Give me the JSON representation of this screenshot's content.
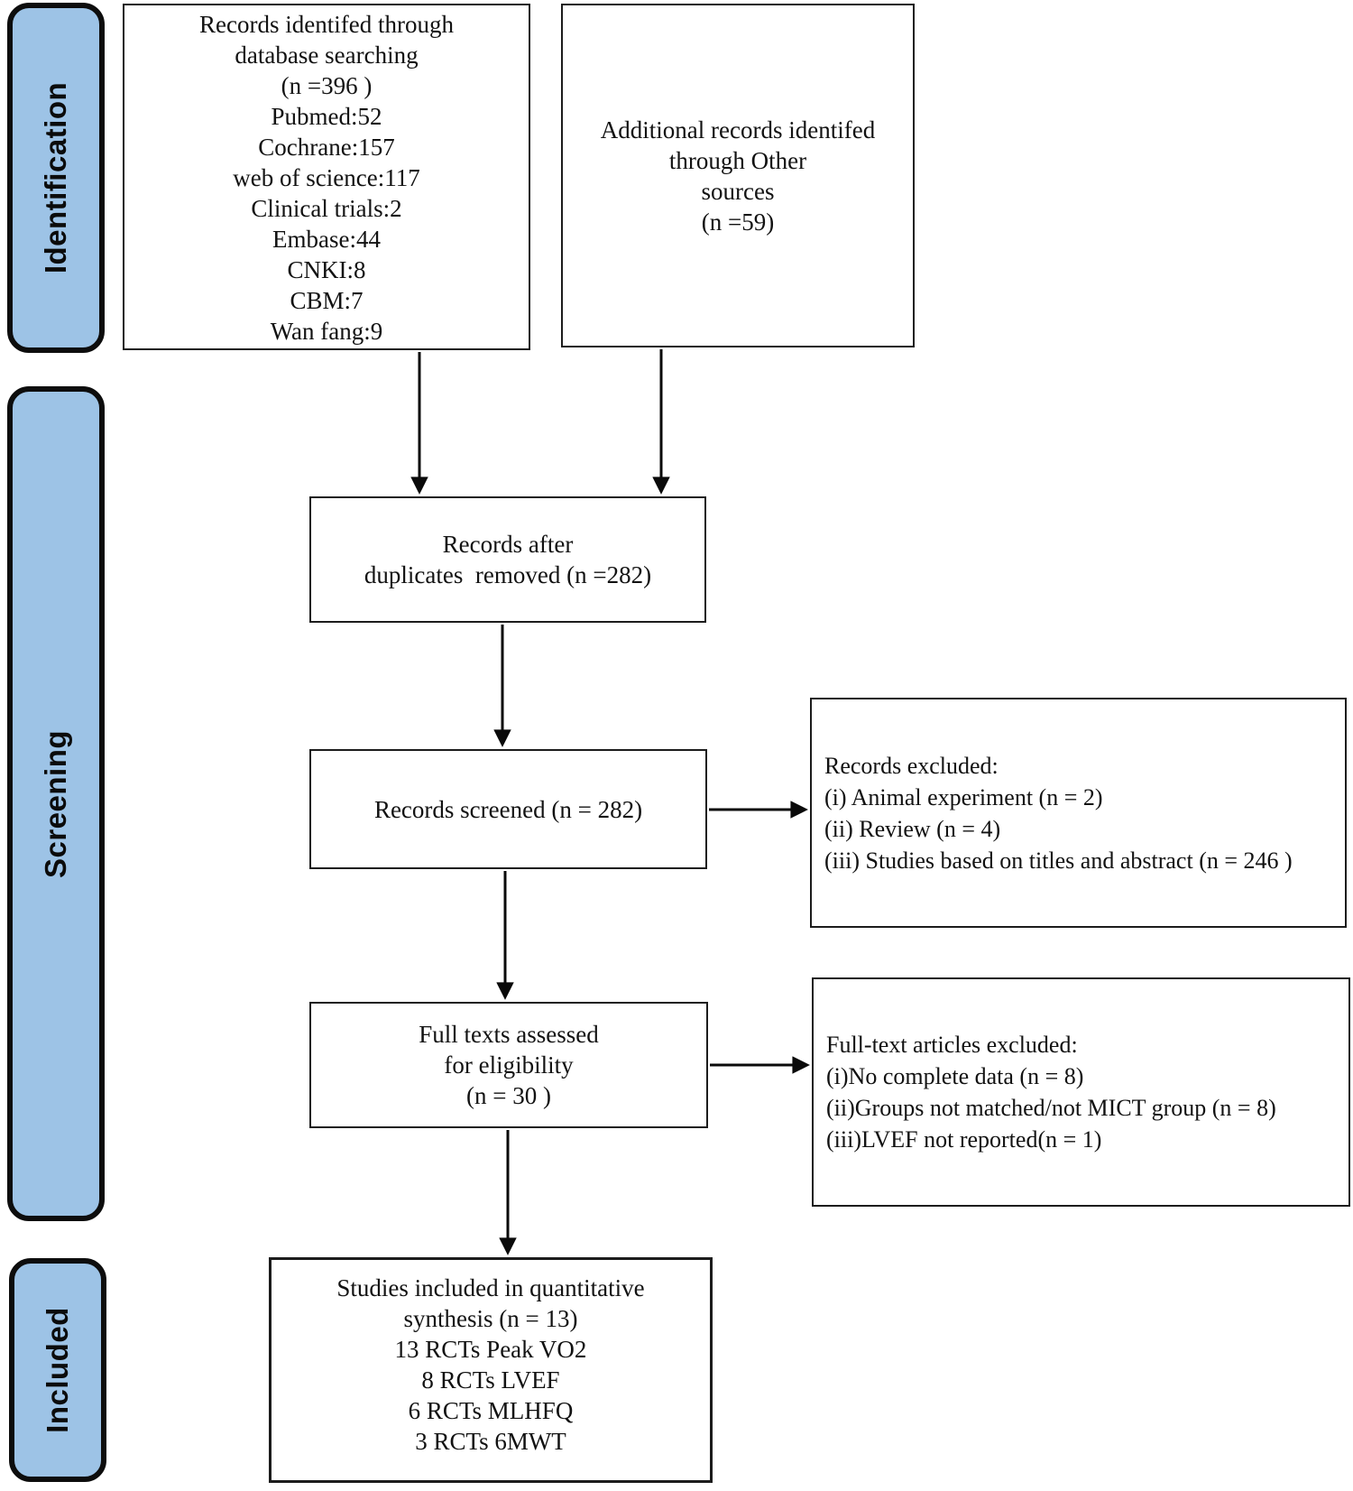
{
  "diagram_type": "PRISMA flow diagram",
  "colors": {
    "stage_fill": "#9dc3e6",
    "stage_border": "#000000",
    "box_background": "#ffffff",
    "box_border": "#1c1c1c",
    "arrow": "#000000",
    "text": "#121212"
  },
  "stages": {
    "identification": "Identification",
    "screening": "Screening",
    "included": "Included"
  },
  "boxes": {
    "database_records": {
      "lines": [
        "Records identifed through",
        "database searching",
        "(n =396 )",
        "Pubmed:52",
        "Cochrane:157",
        "web of science:117",
        "Clinical trials:2",
        "Embase:44",
        "CNKI:8",
        "CBM:7",
        "Wan fang:9"
      ]
    },
    "additional_records": {
      "lines": [
        "Additional records identifed",
        "through Other",
        "sources",
        "(n =59)"
      ]
    },
    "duplicates_removed": {
      "lines": [
        "Records after",
        "duplicates  removed (n =282)"
      ]
    },
    "records_screened": {
      "lines": [
        "Records screened (n = 282)"
      ]
    },
    "records_excluded": {
      "lines": [
        "Records excluded:",
        "(i) Animal experiment (n = 2)",
        "(ii) Review (n = 4)",
        "(iii) Studies based on titles and abstract (n = 246 )"
      ]
    },
    "full_texts_assessed": {
      "lines": [
        "Full texts assessed",
        "for eligibility",
        "(n = 30 )"
      ]
    },
    "full_text_excluded": {
      "lines": [
        "Full-text articles excluded:",
        "(i)No complete data (n = 8)",
        "(ii)Groups not matched/not MICT group (n = 8)",
        "(iii)LVEF not reported(n = 1)"
      ]
    },
    "included_studies": {
      "lines": [
        "Studies included in quantitative",
        "synthesis (n = 13)",
        "13 RCTs Peak VO2",
        "8 RCTs LVEF",
        "6 RCTs MLHFQ",
        "3 RCTs 6MWT"
      ]
    }
  }
}
